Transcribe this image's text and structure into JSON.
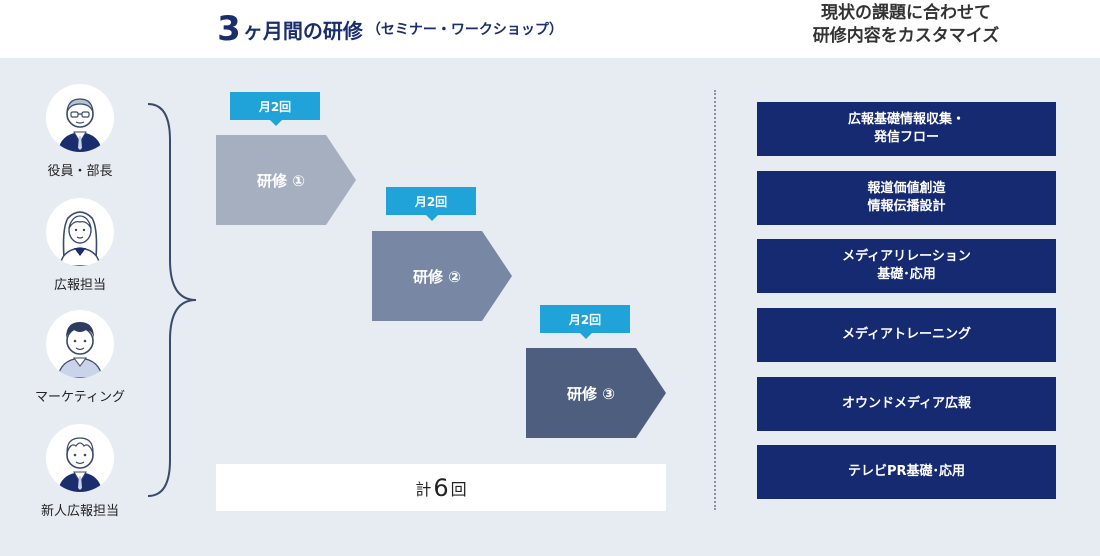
{
  "header": {
    "title_number": "3",
    "title_main": "ヶ月間の研修",
    "title_sub": "（セミナー・ワークショップ）",
    "right_line1": "現状の課題に合わせて",
    "right_line2": "研修内容をカスタマイズ"
  },
  "targets": [
    {
      "label": "役員・部長",
      "icon": "executive-avatar-icon"
    },
    {
      "label": "広報担当",
      "icon": "pr-staff-avatar-icon"
    },
    {
      "label": "マーケティング",
      "icon": "marketing-avatar-icon"
    },
    {
      "label": "新人広報担当",
      "icon": "new-pr-staff-avatar-icon"
    }
  ],
  "steps": [
    {
      "freq": "月2回",
      "label": "研修 ①",
      "color": "#a6afbf"
    },
    {
      "freq": "月2回",
      "label": "研修 ②",
      "color": "#7787a4"
    },
    {
      "freq": "月2回",
      "label": "研修 ③",
      "color": "#4d5e7e"
    }
  ],
  "total": {
    "prefix": "計",
    "number": "6",
    "suffix": "回"
  },
  "topics": [
    "広報基礎情報収集・\n発信フロー",
    "報道価値創造\n情報伝播設計",
    "メディアリレーション\n基礎･応用",
    "メディアトレーニング",
    "オウンドメディア広報",
    "テレビPR基礎･応用"
  ],
  "colors": {
    "navy": "#162a72",
    "freq_blue": "#1fa3d9",
    "panel_bg": "#e7ebf2"
  }
}
